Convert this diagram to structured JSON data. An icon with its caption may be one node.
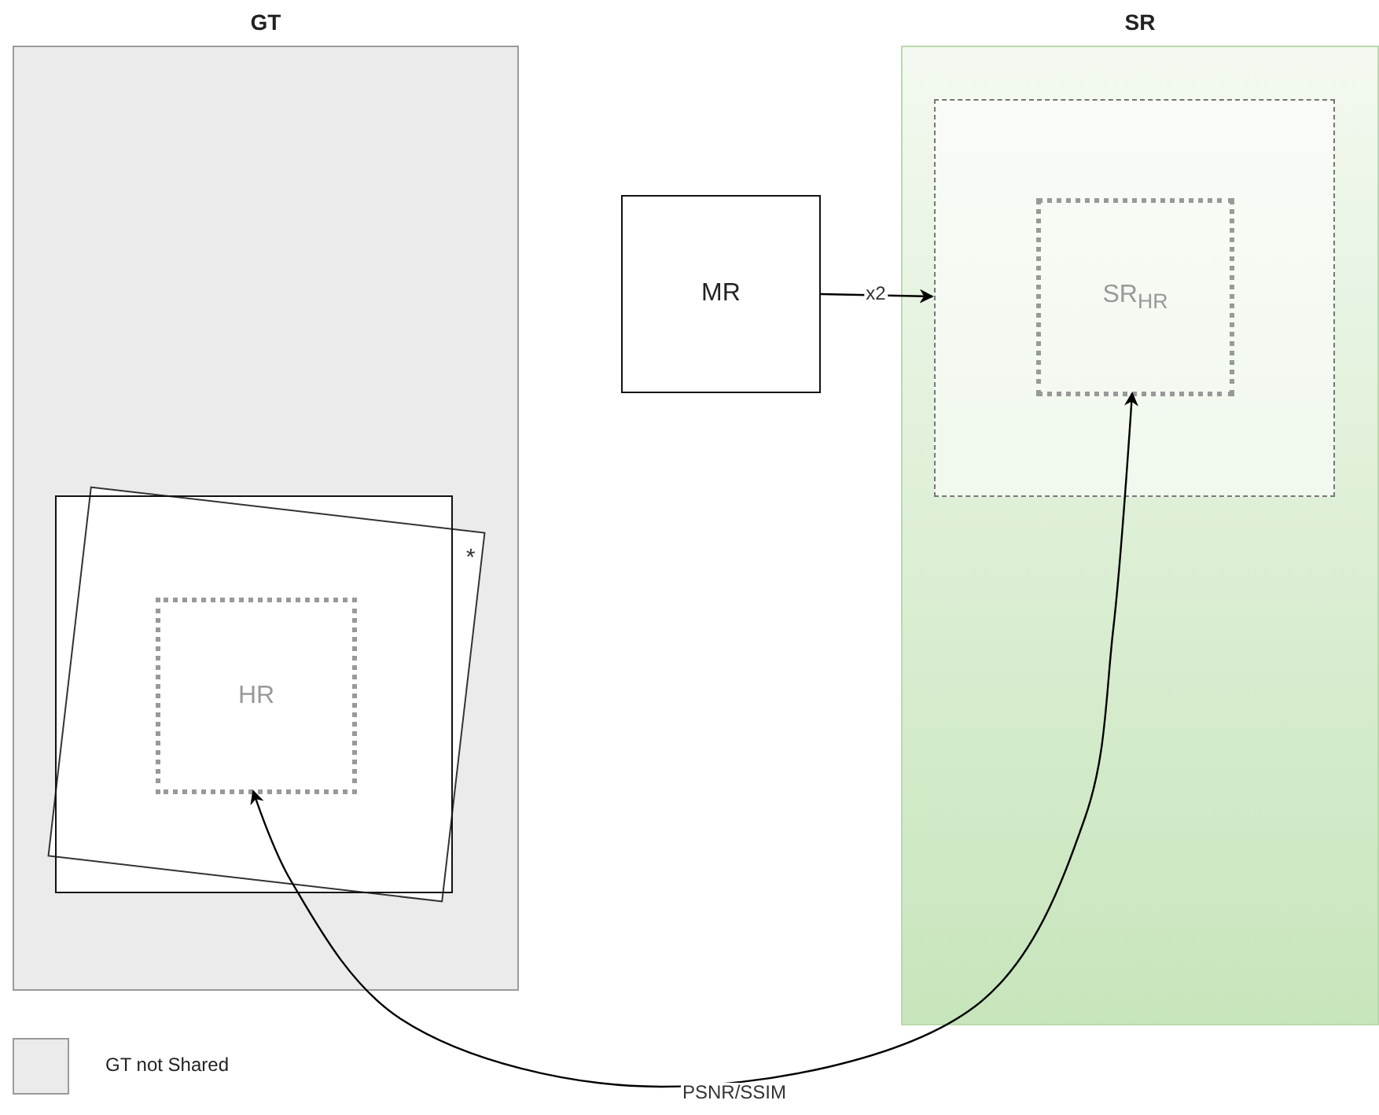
{
  "diagram": {
    "nodes": [
      {
        "text": [
          "GT"
        ]
      },
      {
        "text": [],
        "shape": "box",
        "in": 0
      },
      {
        "text": [
          "HR"
        ],
        "in": 1
      },
      {
        "text": [
          "SR"
        ]
      },
      {
        "text": [],
        "shape": "box",
        "in": 3
      },
      {
        "text": [
          "SR$_{HR}$"
        ],
        "in": 4
      },
      {
        "text": [
          "MR"
        ]
      }
    ],
    "edges": [
      {
        "from": 6,
        "to": 4,
        "arrow": "to",
        "label": "x2"
      },
      {
        "from": 5,
        "to": 2,
        "arrow": "both",
        "label": "PSNR/SSIM"
      }
    ],
    "labels": [
      "*"
    ],
    "legend": [
      {
        "text": "GT not Shared",
        "color": "#ebebeb"
      }
    ]
  }
}
